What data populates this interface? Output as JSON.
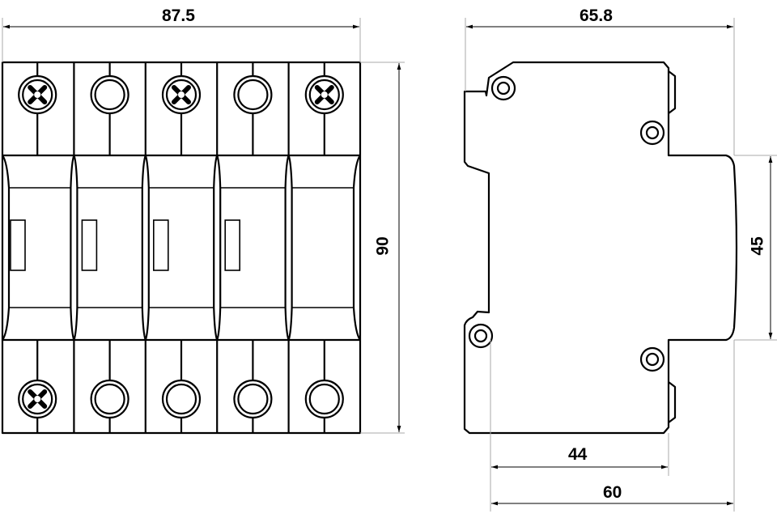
{
  "front_view": {
    "modules": 5,
    "top_terminals": [
      "screw-cross",
      "ring",
      "screw-cross",
      "ring",
      "screw-cross"
    ],
    "bottom_terminals": [
      "screw-cross",
      "ring",
      "ring",
      "ring",
      "ring"
    ]
  },
  "dimensions": {
    "width_front": "87.5",
    "height_front": "90",
    "depth_side": "65.8",
    "rail_height": "45",
    "depth_44": "44",
    "depth_60": "60"
  }
}
